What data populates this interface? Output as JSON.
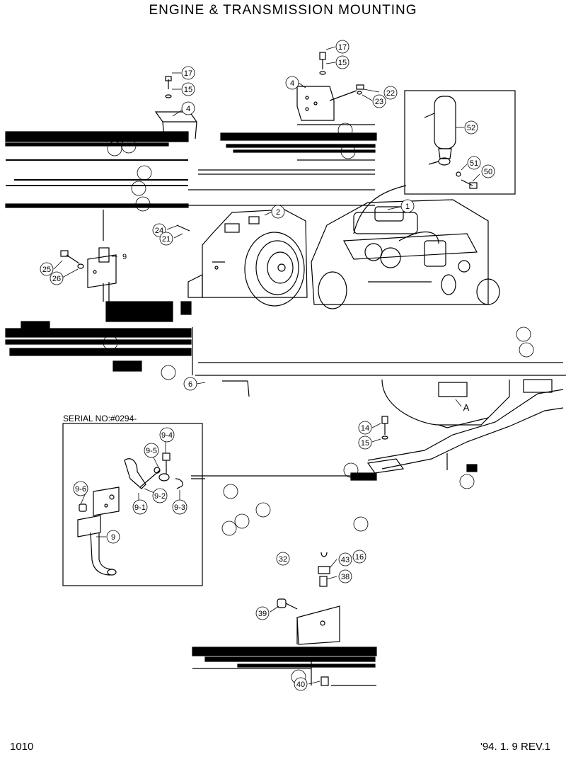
{
  "title": "ENGINE & TRANSMISSION MOUNTING",
  "footer": {
    "page_number": "1010",
    "revision": "'94. 1. 9  REV.1"
  },
  "inset_label": "SERIAL NO:#0294-",
  "callouts": {
    "c17a": "17",
    "c15a": "15",
    "c4a": "4",
    "c17b": "17",
    "c15b": "15",
    "c4b": "4",
    "c22": "22",
    "c23": "23",
    "c52": "52",
    "c51": "51",
    "c50": "50",
    "c2": "2",
    "c1": "1",
    "c24": "24",
    "c21": "21",
    "c25": "25",
    "c26": "26",
    "c9": "9",
    "c6": "6",
    "cA": "A",
    "c14": "14",
    "c15c": "15",
    "c94": "9-4",
    "c95": "9-5",
    "c96": "9-6",
    "c92": "9-2",
    "c91": "9-1",
    "c93": "9-3",
    "c9i": "9",
    "c32": "32",
    "c43": "43",
    "c16": "16",
    "c38": "38",
    "c39": "39",
    "c40": "40"
  },
  "colors": {
    "ink": "#000000",
    "paper": "#ffffff"
  }
}
